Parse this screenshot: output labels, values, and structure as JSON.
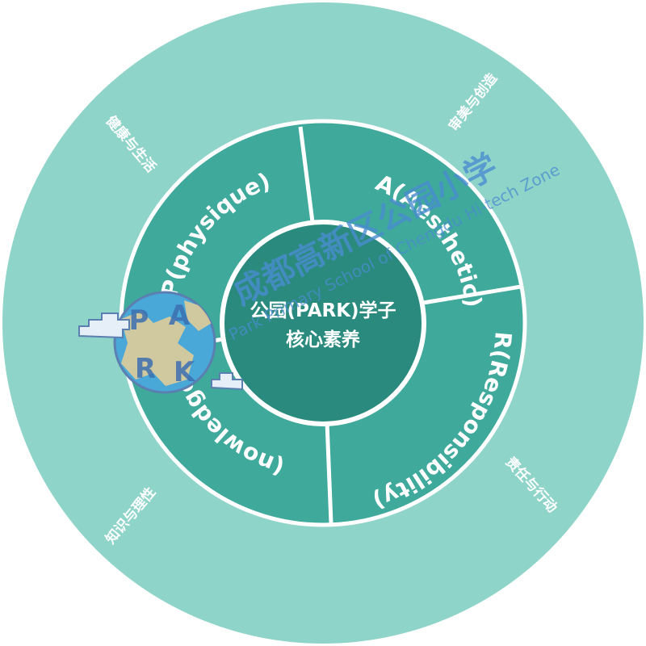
{
  "colors": {
    "outer_ring": "#8fd4c9",
    "middle_ring": "#3fa99b",
    "center": "#2a8a7e",
    "divider": "#ffffff",
    "watermark": "#4a8ccf"
  },
  "center": {
    "line1": "公园(PARK)学子",
    "line2": "核心素养"
  },
  "segments": [
    {
      "label": "P(physique)"
    },
    {
      "label": "A(Aesthetic)"
    },
    {
      "label": "R(Responsibility)"
    },
    {
      "label": "K(nowledge)"
    }
  ],
  "outer_labels": [
    {
      "label": "健康与生活"
    },
    {
      "label": "审美与创造"
    },
    {
      "label": "责任与行动"
    },
    {
      "label": "知识与理性"
    }
  ],
  "watermark": {
    "school_cn": "成都高新区公园小学",
    "school_en": "Park Primary School of Chengdu Hi-tech Zone",
    "logo_letters": [
      "P",
      "A",
      "R",
      "K"
    ]
  }
}
